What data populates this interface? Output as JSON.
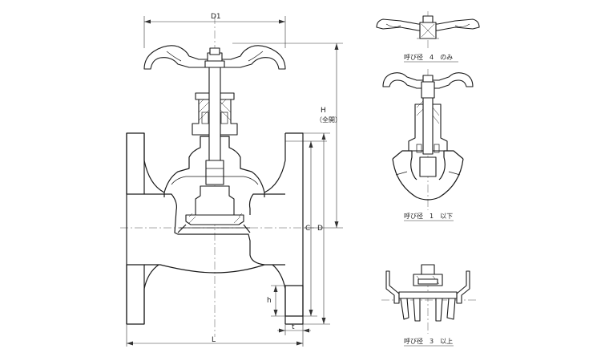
{
  "dimensions": {
    "d1": "D1",
    "h_total": "H",
    "h_total_note": "（全開）",
    "c": "C",
    "d": "D",
    "h_small": "h",
    "t": "t",
    "l": "L"
  },
  "captions": {
    "size_4_only": "呼び径　4　のみ",
    "size_1_below": "呼び径　1　以下",
    "size_3_above": "呼び径　3　以上"
  }
}
